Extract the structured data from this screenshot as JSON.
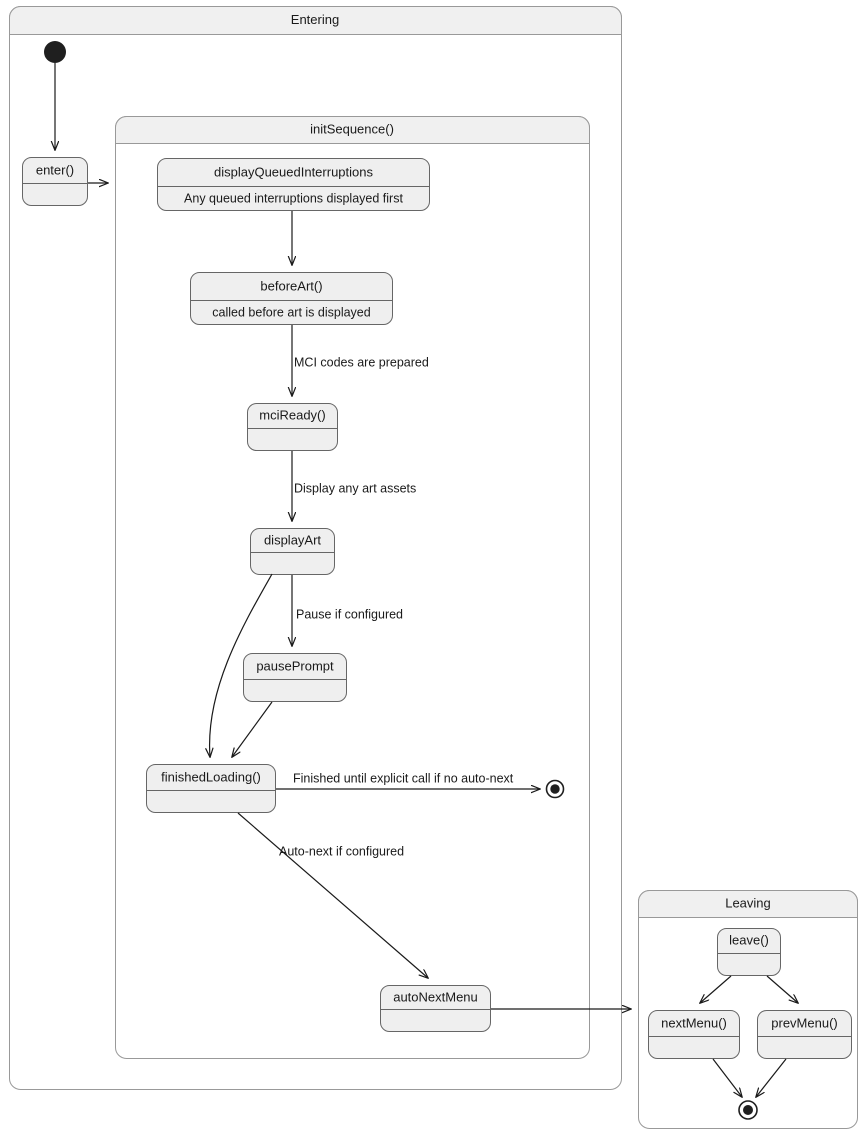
{
  "diagram": {
    "type": "uml-state-machine",
    "title": "Entering",
    "colors": {
      "composite_header_fill": "#f0f0f0",
      "composite_border": "#999999",
      "state_fill": "#efefef",
      "state_border": "#666666",
      "edge": "#1a1a1a",
      "background": "#ffffff"
    }
  },
  "composites": {
    "entering": {
      "title": "Entering"
    },
    "init_sequence": {
      "title": "initSequence()"
    },
    "leaving": {
      "title": "Leaving"
    }
  },
  "states": {
    "enter": {
      "title": "enter()",
      "desc": ""
    },
    "display_queued_interruptions": {
      "title": "displayQueuedInterruptions",
      "desc": "Any queued interruptions displayed first"
    },
    "before_art": {
      "title": "beforeArt()",
      "desc": "called before art is displayed"
    },
    "mci_ready": {
      "title": "mciReady()",
      "desc": ""
    },
    "display_art": {
      "title": "displayArt",
      "desc": ""
    },
    "pause_prompt": {
      "title": "pausePrompt",
      "desc": ""
    },
    "finished_loading": {
      "title": "finishedLoading()",
      "desc": ""
    },
    "auto_next_menu": {
      "title": "autoNextMenu",
      "desc": ""
    },
    "leave": {
      "title": "leave()",
      "desc": ""
    },
    "next_menu": {
      "title": "nextMenu()",
      "desc": ""
    },
    "prev_menu": {
      "title": "prevMenu()",
      "desc": ""
    }
  },
  "transition_labels": {
    "mci_codes": "MCI codes are prepared",
    "display_art_assets": "Display any art assets",
    "pause_if_configured": "Pause if configured",
    "finished_until_explicit": "Finished until explicit call if no auto-next",
    "auto_next_if_configured": "Auto-next if configured"
  },
  "pseudostates": {
    "initial_entering": "initial-state",
    "final_entering": "final-state",
    "final_leaving": "final-state"
  }
}
